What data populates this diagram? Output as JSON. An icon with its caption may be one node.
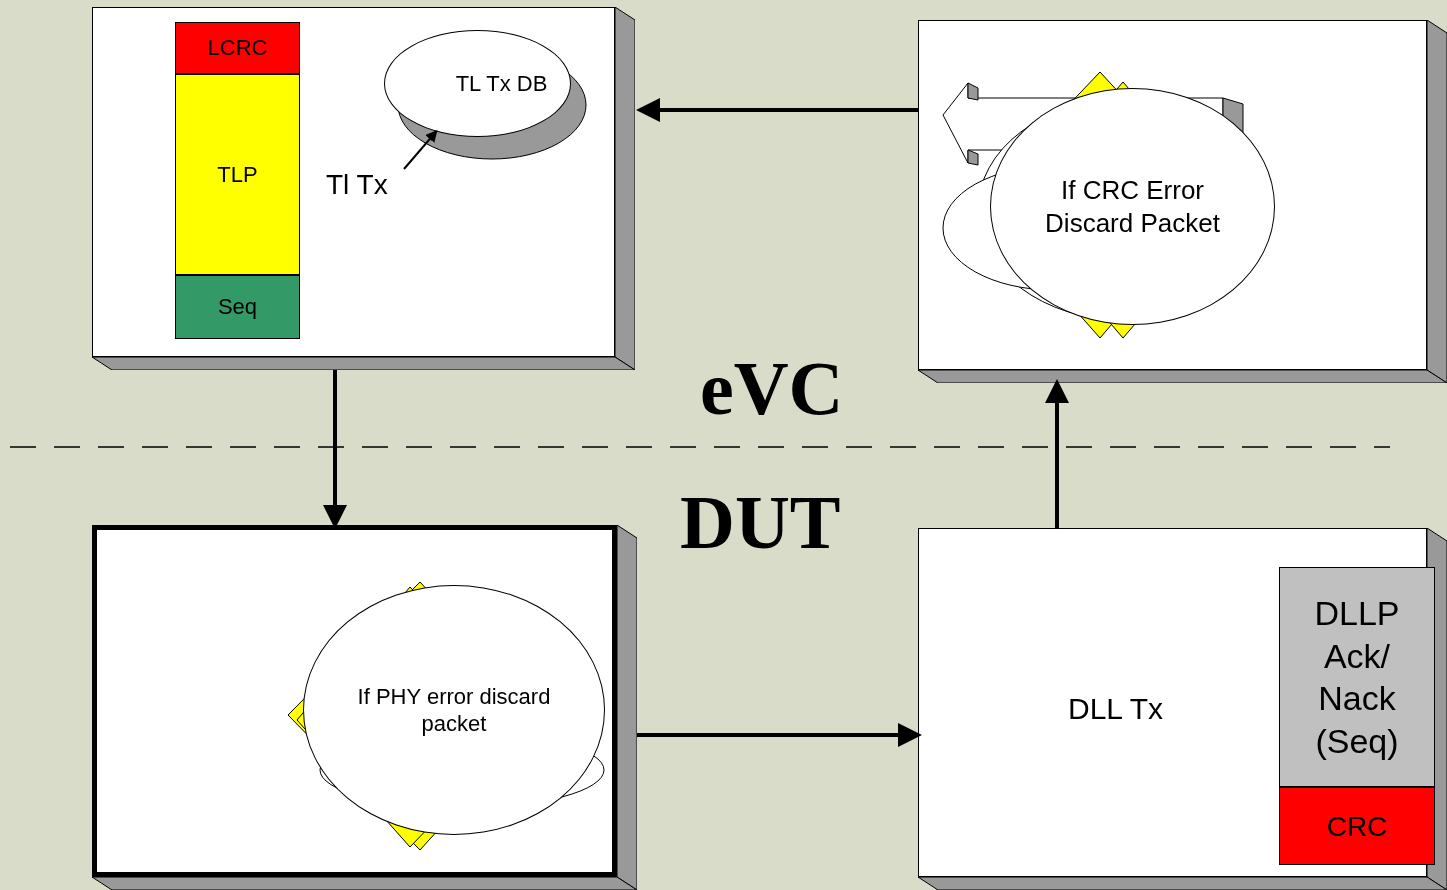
{
  "diagram": {
    "nodes": [
      {
        "text": [],
        "shape": "box"
      },
      {
        "text": [
          "LCRC"
        ],
        "in": 0
      },
      {
        "text": [
          "TLP"
        ],
        "in": 0
      },
      {
        "text": [
          "Seq"
        ],
        "in": 0
      },
      {
        "text": [
          "TL Tx DB"
        ],
        "in": 0
      },
      {
        "text": [
          "Tl Tx"
        ],
        "in": 0
      },
      {
        "text": [],
        "shape": "box"
      },
      {
        "text": [
          "If CRC Error Discard Packet"
        ],
        "in": 6
      },
      {
        "text": [],
        "shape": "box"
      },
      {
        "text": [
          "If PHY error discard packet"
        ],
        "in": 8
      },
      {
        "text": [
          "DLL Tx"
        ]
      },
      {
        "text": [
          "DLLP Ack/ Nack (Seq)"
        ],
        "in": 10
      },
      {
        "text": [
          "CRC"
        ],
        "in": 10
      }
    ],
    "edges": [
      {
        "from": 5,
        "to": 4,
        "arrow": "to"
      },
      {
        "from": 6,
        "to": 0,
        "arrow": "to"
      },
      {
        "from": 0,
        "to": 8,
        "arrow": "to"
      },
      {
        "from": 8,
        "to": 10,
        "arrow": "to"
      },
      {
        "from": 10,
        "to": 6,
        "arrow": "to"
      }
    ],
    "labels": [
      "eVC",
      "DUT"
    ]
  }
}
